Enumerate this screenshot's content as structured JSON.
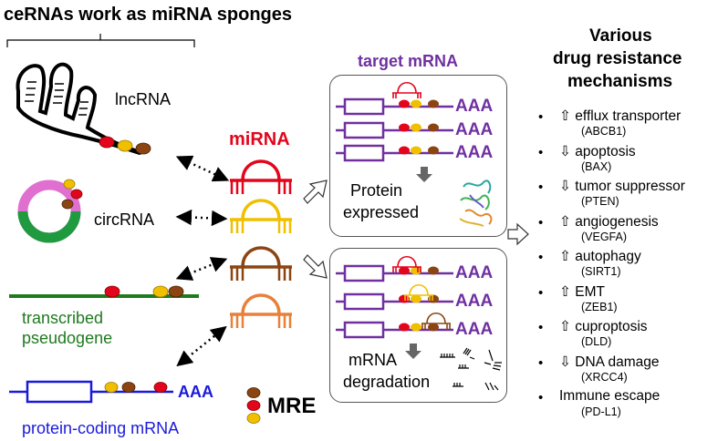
{
  "title": "ceRNAs work as miRNA sponges",
  "cerna": {
    "lncrna": "lncRNA",
    "circrna": "circRNA",
    "pseudogene_line1": "transcribed",
    "pseudogene_line2": "pseudogene",
    "coding_mrna": "protein-coding mRNA",
    "aaa": "AAA"
  },
  "mirna_label": "miRNA",
  "legend": {
    "mre": "MRE"
  },
  "target": {
    "title": "target mRNA",
    "aaa": "AAA",
    "protein_line1": "Protein",
    "protein_line2": "expressed",
    "degradation_line1": "mRNA",
    "degradation_line2": "degradation"
  },
  "mechanisms": {
    "title_line1": "Various",
    "title_line2": "drug resistance",
    "title_line3": "mechanisms",
    "items": [
      {
        "label": "⇧ efflux transporter",
        "gene": "(ABCB1)"
      },
      {
        "label": "⇩ apoptosis",
        "gene": "(BAX)"
      },
      {
        "label": "⇩ tumor suppressor",
        "gene": "(PTEN)"
      },
      {
        "label": "⇧ angiogenesis",
        "gene": "(VEGFA)"
      },
      {
        "label": "⇧ autophagy",
        "gene": "(SIRT1)"
      },
      {
        "label": "⇧ EMT",
        "gene": "(ZEB1)"
      },
      {
        "label": "⇧ cuproptosis",
        "gene": "(DLD)"
      },
      {
        "label": "⇩ DNA damage",
        "gene": "(XRCC4)"
      },
      {
        "label": "Immune escape",
        "gene": "(PD-L1)"
      }
    ]
  },
  "colors": {
    "purple": "#7030a0",
    "red": "#e3051b",
    "yellow": "#f0c000",
    "brown": "#8b4513",
    "orange": "#e8803a",
    "green": "#1f7a1f",
    "blue": "#1a1adc",
    "pink": "#e070d0"
  }
}
